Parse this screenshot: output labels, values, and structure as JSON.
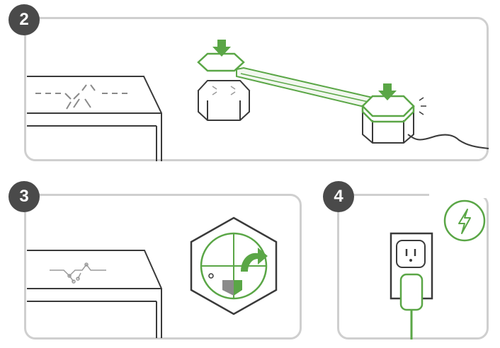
{
  "steps": [
    {
      "number": "2"
    },
    {
      "number": "3"
    },
    {
      "number": "4"
    }
  ],
  "colors": {
    "accent_green": "#5aa646",
    "line_dark": "#3a3a3a",
    "frame_gray": "#cfcfcf",
    "badge": "#4a4a4a"
  },
  "icons": [
    "down-arrow-icon",
    "curved-arrow-icon",
    "lightning-bolt-icon"
  ]
}
